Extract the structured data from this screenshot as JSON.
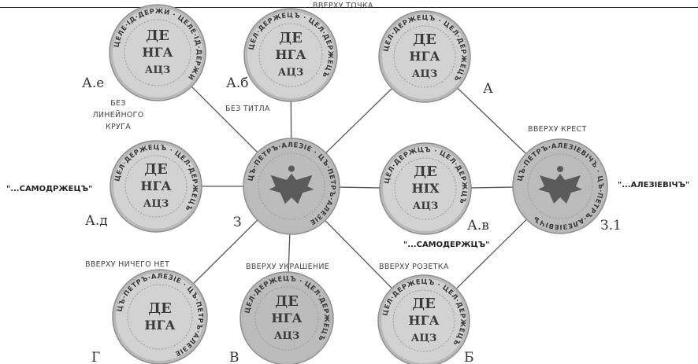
{
  "notes": {
    "top_dot": "ВВЕРХУ ТОЧКА",
    "no_linear_circle": [
      "БЕЗ",
      "ЛИНЕЙНОГО",
      "КРУГА"
    ],
    "no_titla": "БЕЗ ТИТЛА",
    "top_cross": "ВВЕРХУ КРЕСТ",
    "top_nothing": "ВВЕРХУ НИЧЕГО НЕТ",
    "top_ornament": "ВВЕРХУ УКРАШЕНИЕ",
    "top_rosette": "ВВЕРХУ РОЗЕТКА"
  },
  "quotes": {
    "samoderzhets_left": "\"...САМОДРЖЕЦЪ\"",
    "samoderzhts_center": "\"...САМОДЕРЖЦЪ\"",
    "aleziyevich_right": "\"...АЛЕЗIЕВIЧЪ\""
  },
  "nodes": [
    {
      "id": "Ae",
      "label": "А.е",
      "legend": "ЦЕЛЕ·IД·ДЕРЖИ",
      "center": [
        "ДЕ",
        "НГА",
        "АЦЗ"
      ]
    },
    {
      "id": "Ab",
      "label": "А.б",
      "legend": "ЦЕЛ·ДЕРЖЕЦЪ",
      "center": [
        "ДЕ",
        "НГА",
        "АЦЗ"
      ]
    },
    {
      "id": "A",
      "label": "А",
      "legend": "ЦЕЛ·ДЕРЖЕЦЪ",
      "center": [
        "ДЕ",
        "НГА",
        "АЦЗ"
      ]
    },
    {
      "id": "Ad",
      "label": "А.д",
      "legend": "ЦЕЛ·ДЕРЖЕЦЪ",
      "center": [
        "ДЕ",
        "НГА",
        "АЦЗ"
      ]
    },
    {
      "id": "Z",
      "label": "З",
      "legend": "ЦЪ·ПЕТРЪ·АЛЕЗIЕ",
      "center": []
    },
    {
      "id": "Av",
      "label": "А.в",
      "legend": "ЦЕЛ·ДЕРЖЦЪ",
      "center": [
        "ДЕ",
        "НIХ",
        "АЦЗ"
      ]
    },
    {
      "id": "Z1",
      "label": "З.1",
      "legend": "ЦЪ·ПЕТРЪ·АЛЕЗIЕВIЧЪ",
      "center": []
    },
    {
      "id": "G",
      "label": "Г",
      "legend": "ЦЪ·ПЕТРЪ·АЛЕЗIЕ",
      "center": [
        "ДЕ",
        "НГА"
      ]
    },
    {
      "id": "V",
      "label": "В",
      "legend": "ЦЕЛ·ДЕРЖЕЦЪ",
      "center": [
        "ДЕ",
        "НГА",
        "АЦЗ"
      ]
    },
    {
      "id": "B",
      "label": "Б",
      "legend": "ЦЕЛ·ДЕРЖЕЦЪ",
      "center": [
        "ДЕ",
        "НГА",
        "АЦЗ"
      ]
    }
  ],
  "edges": [
    [
      "Z",
      "Ae"
    ],
    [
      "Z",
      "Ab"
    ],
    [
      "Z",
      "A"
    ],
    [
      "Z",
      "Ad"
    ],
    [
      "Z",
      "Av"
    ],
    [
      "Av",
      "Z1"
    ],
    [
      "A",
      "Z1"
    ],
    [
      "Z1",
      "B"
    ],
    [
      "Z",
      "G"
    ],
    [
      "Z",
      "V"
    ],
    [
      "Z",
      "B"
    ]
  ]
}
